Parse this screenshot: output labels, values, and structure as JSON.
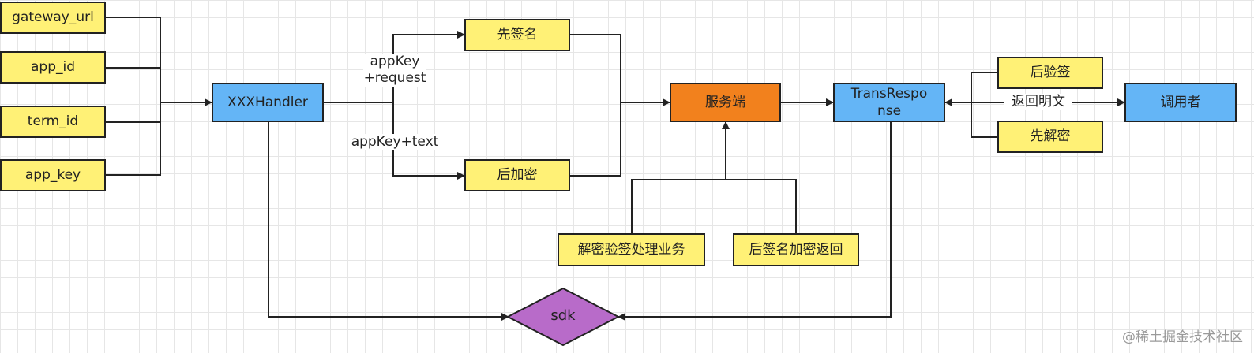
{
  "nodes": {
    "gateway_url": "gateway_url",
    "app_id": "app_id",
    "term_id": "term_id",
    "app_key": "app_key",
    "handler": "XXXHandler",
    "sign_first": "先签名",
    "encrypt_after": "后加密",
    "server": "服务端",
    "trans_response": "TransResponse",
    "verify_after": "后验签",
    "decrypt_first": "先解密",
    "caller": "调用者",
    "server_process": "解密验签处理业务",
    "server_return": "后签名加密返回",
    "sdk": "sdk"
  },
  "edge_labels": {
    "appkey_request": "appKey\n+request",
    "appkey_text": "appKey+text",
    "return_plain": "返回明文"
  },
  "watermark": "@稀土掘金技术社区",
  "colors": {
    "yellow": "#fff176",
    "blue": "#64b5f6",
    "orange": "#f2811d",
    "purple": "#b86bc9",
    "line": "#222222"
  }
}
